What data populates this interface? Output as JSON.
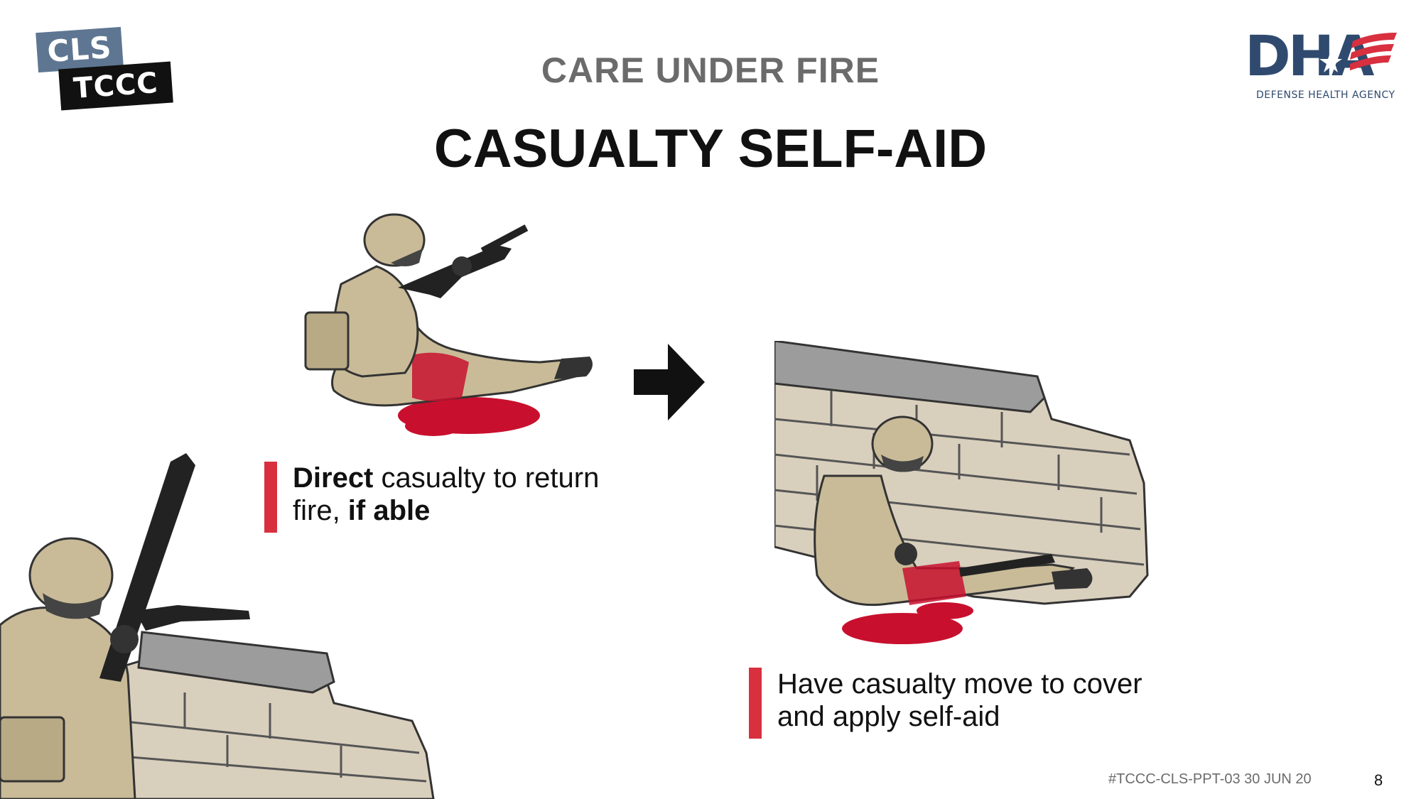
{
  "logo_left": {
    "line1": "CLS",
    "line2": "TCCC"
  },
  "logo_right": {
    "letters": "DHA",
    "caption": "DEFENSE HEALTH AGENCY"
  },
  "header": {
    "section_title": "CARE UNDER FIRE",
    "main_title": "CASUALTY SELF-AID"
  },
  "step1": {
    "bold_a": "Direct",
    "text_a": " casualty to return",
    "text_b": "fire, ",
    "bold_b": "if able"
  },
  "step2": {
    "line1": "Have casualty move to cover",
    "line2": "and apply self-aid"
  },
  "footer": {
    "reference": "#TCCC-CLS-PPT-03 30 JUN 20",
    "page_number": "8"
  },
  "colors": {
    "accent_bar": "#d8303f",
    "camo_base": "#c9bb98",
    "blood": "#c8102e",
    "wall": "#d9cfbd",
    "dha_blue": "#2f4a6e",
    "dha_red": "#d8303f"
  }
}
